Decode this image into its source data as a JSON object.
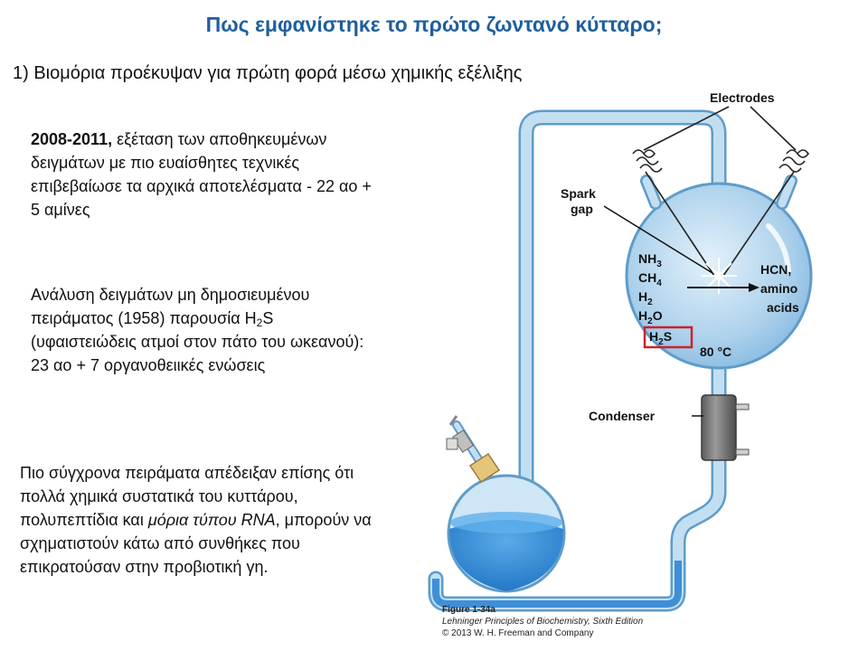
{
  "title": "Πως εμφανίστηκε το πρώτο ζωντανό κύτταρο;",
  "subtitle": "1) Βιομόρια προέκυψαν για πρώτη φορά μέσω χημικής εξέλιξης",
  "para1": {
    "years": "2008-2011,",
    "text": " εξέταση των αποθηκευμένων δειγμάτων με πιο ευαίσθητες τεχνικές επιβεβαίωσε τα αρχικά αποτελέσματα - 22 αο + 5 αμίνες"
  },
  "para2": {
    "before_h2s": "Ανάλυση δειγμάτων μη δημοσιευμένου πειράματος (1958) παρουσία H",
    "sub": "2",
    "after_h2s": "S (υφαιστειώδεις ατμοί στον πάτο του ωκεανού): 23 αο +  7 οργανοθειικές ενώσεις"
  },
  "para3": {
    "before_italic": "Πιο σύγχρονα πειράματα απέδειξαν επίσης ότι πολλά χημικά συστατικά του κυττάρου, πολυπεπτίδια και ",
    "italic": "μόρια τύπου RNA",
    "after_italic": ", μπορούν να σχηματιστούν κάτω από συνθήκες που επικρατούσαν στην προβιοτική γη."
  },
  "diagram": {
    "electrodes": "Electrodes",
    "spark_gap_1": "Spark",
    "spark_gap_2": "gap",
    "gases": [
      "NH",
      "CH",
      "H",
      "H",
      "H"
    ],
    "gas_subs": [
      "3",
      "4",
      "2",
      "2",
      "2"
    ],
    "gas_tails": [
      "",
      "",
      "",
      "O",
      "S"
    ],
    "products": [
      "HCN,",
      "amino",
      "acids"
    ],
    "temperature": "80 °C",
    "condenser": "Condenser",
    "highlight_color": "#d0202a",
    "glass_color": "#a9cfe9",
    "water_color": "#3a8fd9"
  },
  "caption": {
    "figure": "Figure 1-34a",
    "book": "Lehninger Principles of Biochemistry, Sixth Edition",
    "copyright": "© 2013 W. H. Freeman and Company"
  }
}
